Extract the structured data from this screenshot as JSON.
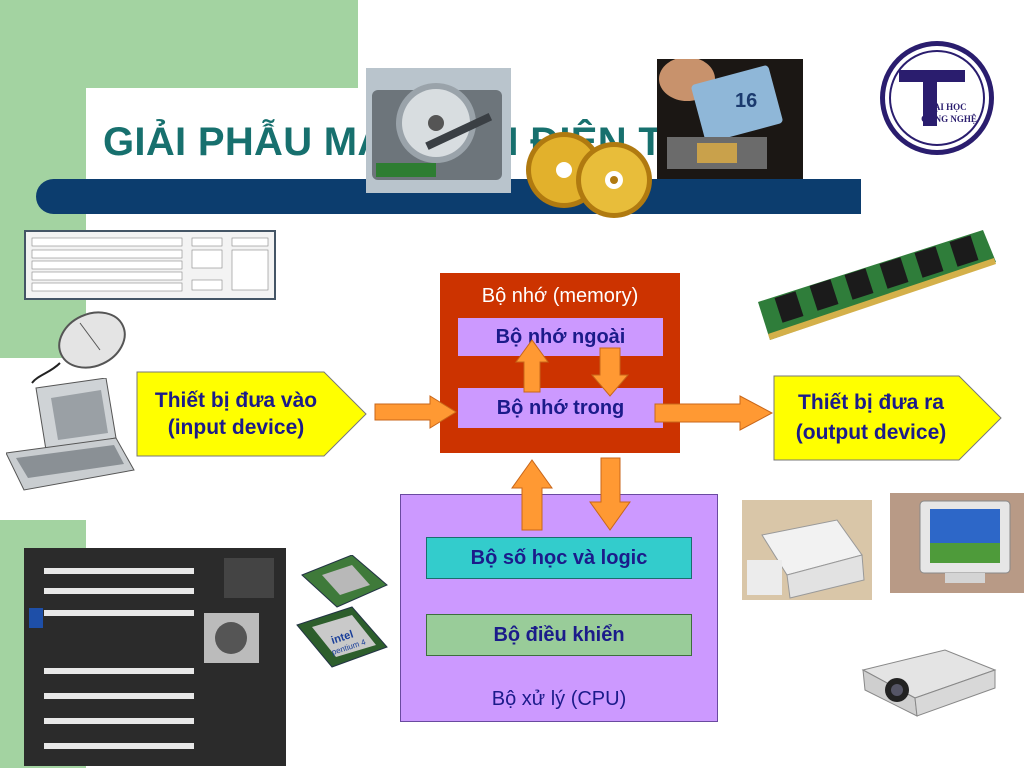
{
  "title": "GIẢI PHẪU MÁY TÍNH ĐIỆN TỬ",
  "logo": {
    "line1": "ĐẠI HỌC",
    "line2": "CÔNG NGHỆ",
    "letter": "T"
  },
  "memory": {
    "label": "Bộ nhớ (memory)",
    "external": "Bộ nhớ ngoài",
    "internal": "Bộ nhớ trong"
  },
  "cpu": {
    "label": "Bộ xử lý (CPU)",
    "alu": "Bộ số học và logic",
    "control": "Bộ điều khiển"
  },
  "input_device": {
    "line1": "Thiết bị đưa vào",
    "line2": "(input device)"
  },
  "output_device": {
    "line1": "Thiết bị đưa ra",
    "line2": "(output device)"
  },
  "cpu_chip": {
    "brand": "intel",
    "model": "pentium 4"
  },
  "flash_card": {
    "capacity": "16"
  },
  "colors": {
    "memory_box": "#cc3300",
    "cpu_box": "#cc99ff",
    "memory_inner": "#cc99ff",
    "alu": "#33cccc",
    "control": "#99cc99",
    "arrow": "#ff9933",
    "io_shape": "#ffff00",
    "title_text": "#17706e",
    "title_bar": "#0c3d6e"
  }
}
